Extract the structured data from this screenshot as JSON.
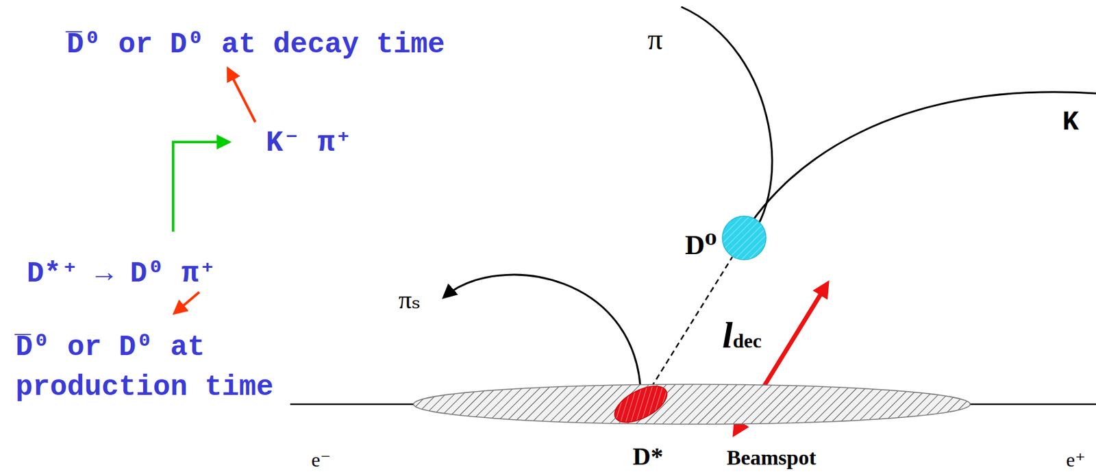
{
  "diagram": {
    "nodes": [
      {
        "text": [
          "Beamspot"
        ]
      },
      {
        "text": [
          "D*"
        ],
        "in": 0
      },
      {
        "text": [
          "D⁰"
        ]
      }
    ],
    "edges": [
      {
        "from": 1,
        "to": 2,
        "arrow": "none"
      }
    ],
    "labels": [
      "D̅⁰ or D⁰ at decay time",
      "K⁻ π⁺",
      "D*⁺ → D⁰ π⁺",
      "D̅⁰ or D⁰ at production time",
      "π",
      "K",
      "πₛ",
      "ldec",
      "e⁻",
      "e⁺"
    ]
  }
}
